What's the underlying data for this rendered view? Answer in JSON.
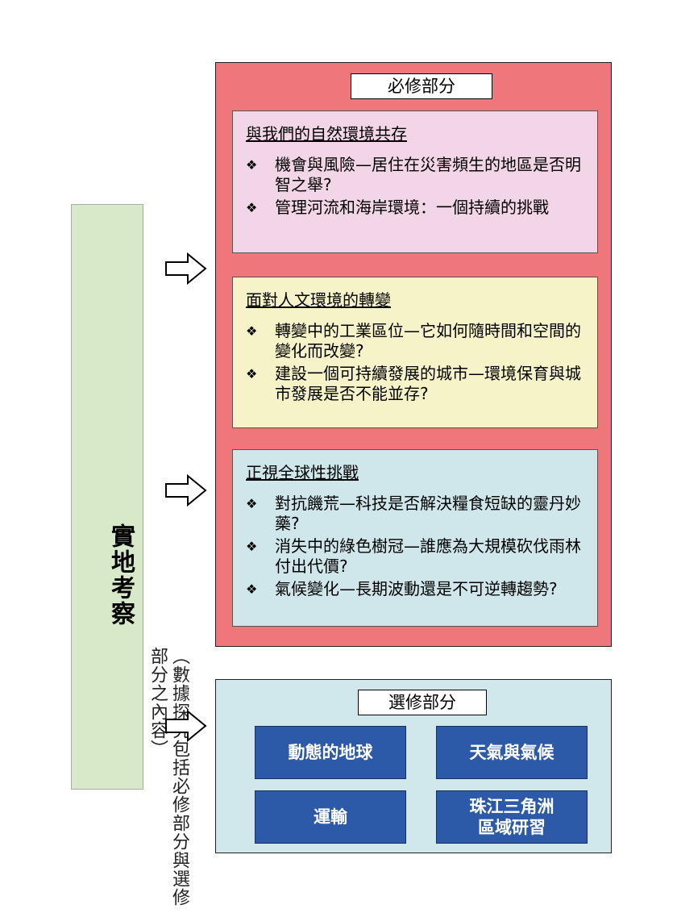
{
  "left_panel": {
    "title": "實地考察",
    "description": "（數據探究包括必修部分與選修部分之內容）"
  },
  "compulsory": {
    "label": "必修部分",
    "sections": [
      {
        "title": "與我們的自然環境共存",
        "bullets": [
          "機會與風險—居住在災害頻生的地區是否明智之舉?",
          "管理河流和海岸環境：一個持續的挑戰"
        ]
      },
      {
        "title": "面對人文環境的轉變",
        "bullets": [
          "轉變中的工業區位—它如何隨時間和空間的變化而改變?",
          "建設一個可持續發展的城市—環境保育與城市發展是否不能並存?"
        ]
      },
      {
        "title": "正視全球性挑戰",
        "bullets": [
          "對抗饑荒—科技是否解決糧食短缺的靈丹妙藥?",
          "消失中的綠色樹冠—誰應為大規模砍伐雨林付出代價?",
          "氣候變化—長期波動還是不可逆轉趨勢?"
        ]
      }
    ]
  },
  "elective": {
    "label": "選修部分",
    "modules": [
      "動態的地球",
      "天氣與氣候",
      "運輸",
      "珠江三角洲區域研習"
    ]
  },
  "bullet_symbol": "❖",
  "colors": {
    "left_panel": "#d7e9c8",
    "compulsory_box": "#ef777c",
    "section_1": "#f2d5e6",
    "section_2": "#f7f3c8",
    "section_3": "#cfe6ea",
    "elective_box": "#d0e8ec",
    "module_fill": "#2d5aa8"
  }
}
